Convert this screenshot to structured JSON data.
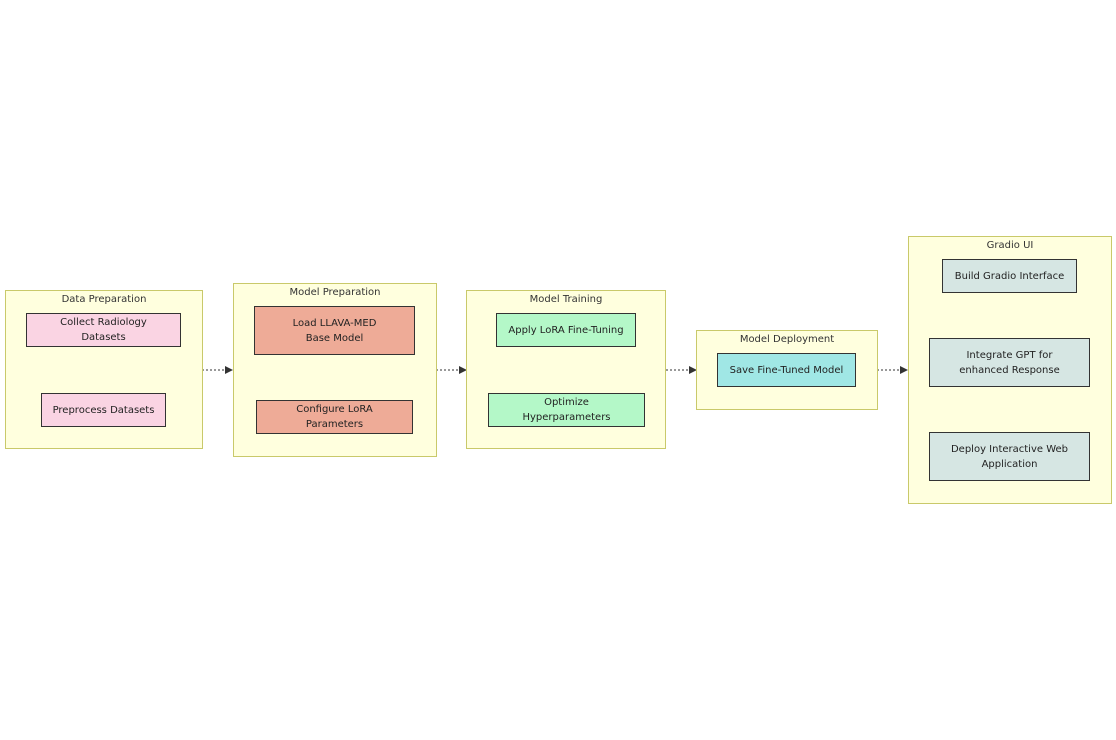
{
  "groups": {
    "data_preparation": {
      "title": "Data Preparation",
      "nodes": [
        "Collect Radiology Datasets",
        "Preprocess Datasets"
      ]
    },
    "model_preparation": {
      "title": "Model Preparation",
      "nodes": [
        "Load LLAVA-MED Base Model",
        "Configure LoRA Parameters"
      ]
    },
    "model_training": {
      "title": "Model Training",
      "nodes": [
        "Apply LoRA Fine-Tuning",
        "Optimize Hyperparameters"
      ]
    },
    "model_deployment": {
      "title": "Model Deployment",
      "nodes": [
        "Save Fine-Tuned Model"
      ]
    },
    "gradio_ui": {
      "title": "Gradio UI",
      "nodes": [
        "Build Gradio Interface",
        "Integrate GPT for enhanced Response",
        "Deploy Interactive Web Application"
      ]
    }
  },
  "colors": {
    "group_fill": "#ffffde",
    "group_border": "#c9c96a",
    "data_preparation_nodes": "#fad4e3",
    "model_preparation_nodes": "#eeab97",
    "model_training_nodes": "#b4f8c8",
    "model_deployment_nodes": "#a0e7e5",
    "gradio_ui_nodes": "#d6e6e3",
    "edge": "#333333"
  }
}
